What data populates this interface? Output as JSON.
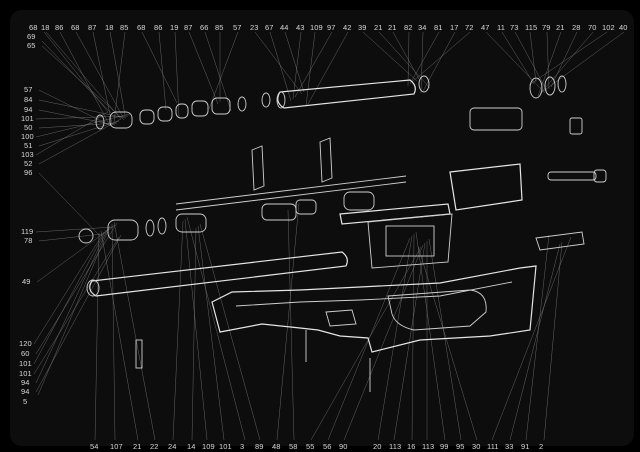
{
  "colors": {
    "background": "#0d0d0e",
    "linework": "#cfcfcf",
    "labels": "#d8d8d8"
  },
  "labels_top": [
    "68",
    "18",
    "86",
    "68",
    "87",
    "18",
    "85",
    "68",
    "86",
    "19",
    "87",
    "66",
    "85",
    "57",
    "23",
    "67",
    "44",
    "43",
    "109",
    "97",
    "42",
    "39",
    "21",
    "21",
    "82",
    "34",
    "81",
    "17",
    "72",
    "47",
    "11",
    "73",
    "115",
    "79",
    "21",
    "28",
    "70",
    "102",
    "40"
  ],
  "labels_left_top": [
    "69",
    "65"
  ],
  "labels_left_mid": [
    "57",
    "84",
    "94",
    "101",
    "50",
    "100",
    "51",
    "103",
    "52",
    "96"
  ],
  "labels_left_lower": [
    "119",
    "78"
  ],
  "labels_left_49": [
    "49"
  ],
  "labels_left_bottom": [
    "120",
    "60",
    "101",
    "101",
    "94",
    "94",
    "5"
  ],
  "labels_bottom": [
    "54",
    "107",
    "21",
    "22",
    "24",
    "14",
    "109",
    "101",
    "3",
    "89",
    "48",
    "58",
    "55",
    "56",
    "90",
    "20",
    "113",
    "16",
    "113",
    "99",
    "95",
    "30",
    "111",
    "33",
    "91",
    "2"
  ]
}
